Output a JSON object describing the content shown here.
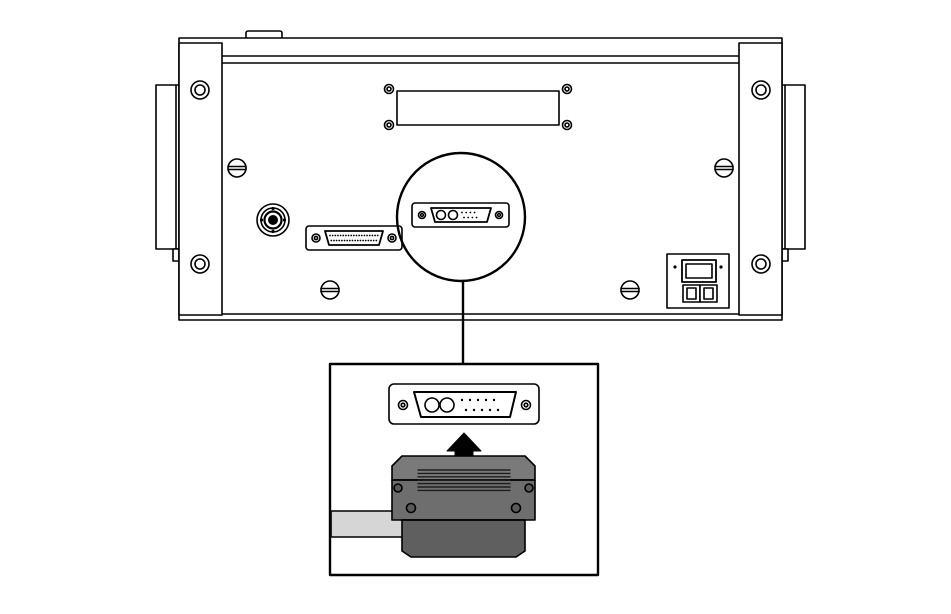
{
  "diagram": {
    "kind": "rear-panel connector installation illustration",
    "colors": {
      "line": "#000000",
      "background": "#ffffff",
      "plug_body": "#6e6e6e",
      "plug_shade": "#5a5a5a",
      "cable": "#d6d6d6",
      "arrow": "#000000"
    },
    "parts": [
      "enclosure-rear-panel",
      "rack-ear-left",
      "rack-ear-right",
      "blank-plate",
      "circular-connector",
      "db37-connector",
      "power-d-sub-connector",
      "power-inlet",
      "detail-callout-circle",
      "detail-inset-box",
      "insert-direction-arrow",
      "power-cable-plug"
    ]
  }
}
